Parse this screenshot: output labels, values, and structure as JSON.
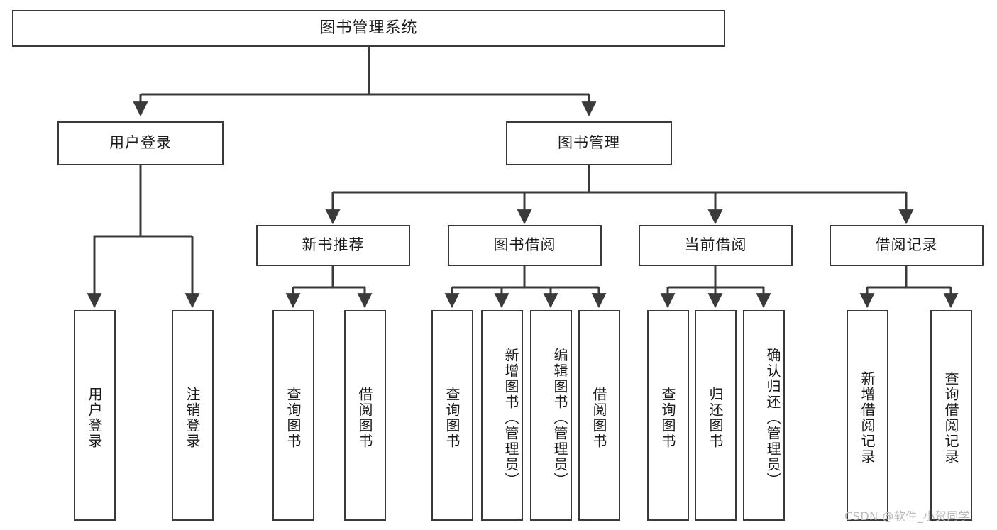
{
  "diagram": {
    "type": "tree",
    "title": "图书管理系统",
    "watermark": "CSDN @软件_小贺同学",
    "colors": {
      "box_border": "#3a3a3a",
      "box_fill": "#ffffff",
      "connector": "#3a3a3a",
      "text": "#1b1b1b",
      "watermark": "#b9b9b9"
    },
    "nodes": {
      "root": "图书管理系统",
      "level2": [
        "用户登录",
        "图书管理"
      ],
      "level3": [
        "新书推荐",
        "图书借阅",
        "当前借阅",
        "借阅记录"
      ],
      "leaves_user_login": [
        "用户登录",
        "注销登录"
      ],
      "leaves_new_book": [
        "查询图书",
        "借阅图书"
      ],
      "leaves_borrow": [
        "查询图书",
        "新增图书（管理员）",
        "编辑图书（管理员）",
        "借阅图书"
      ],
      "leaves_current": [
        "查询图书",
        "归还图书",
        "确认归还（管理员）"
      ],
      "leaves_record": [
        "新增借阅记录",
        "查询借阅记录"
      ]
    }
  }
}
